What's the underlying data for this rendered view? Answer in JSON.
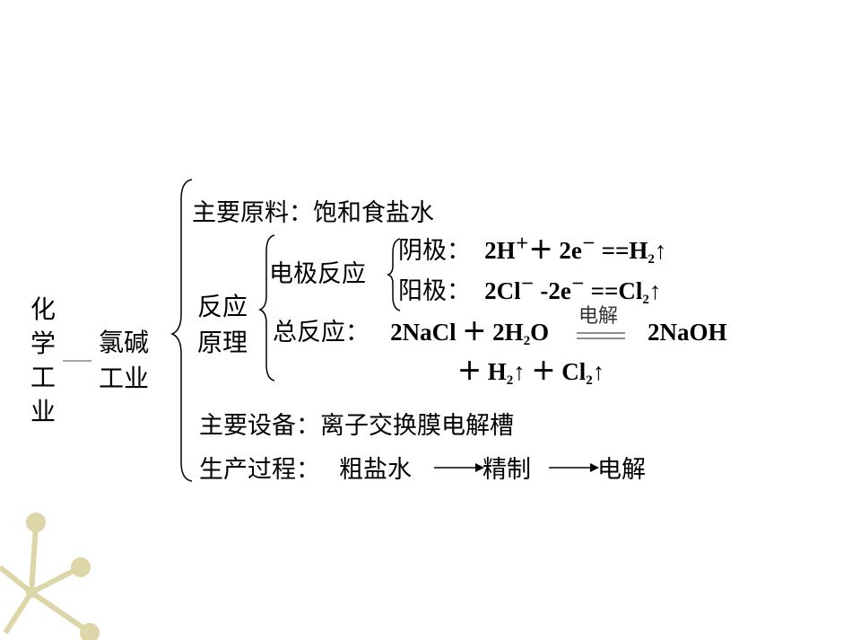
{
  "colors": {
    "text": "#000000",
    "decor": "#dcd6a8",
    "brace": "#000000"
  },
  "root": {
    "line1": "化学",
    "line2": "工业"
  },
  "branch": {
    "line1": "氯碱",
    "line2": "工业"
  },
  "raw_material": "主要原料：饱和食盐水",
  "principle": {
    "line1": "反应",
    "line2": "原理"
  },
  "electrode": {
    "label": "电极反应",
    "cathode_label": "阴极：",
    "cathode_eq": {
      "a": "2H",
      "charge1": "＋",
      "b": "＋ 2e",
      "charge2": "－",
      "c": " ==H",
      "sub": "2",
      "d": "↑"
    },
    "anode_label": "阳极：",
    "anode_eq": {
      "a": "2Cl",
      "charge1": "－",
      "b": " -2e",
      "charge2": "－",
      "c": " ==Cl",
      "sub": "2",
      "d": "↑"
    }
  },
  "overall": {
    "label": "总反应：",
    "lhs_a": "2NaCl ＋ 2H",
    "lhs_sub": "2",
    "lhs_b": "O",
    "condition": "电解",
    "rhs": "2NaOH",
    "line2_a": "＋ H",
    "line2_sub1": "2",
    "line2_b": "↑ ＋ Cl",
    "line2_sub2": "2",
    "line2_c": "↑"
  },
  "equipment": "主要设备：离子交换膜电解槽",
  "process": {
    "label": "生产过程：",
    "step1": "粗盐水",
    "step2": "精制",
    "step3": "电解"
  }
}
